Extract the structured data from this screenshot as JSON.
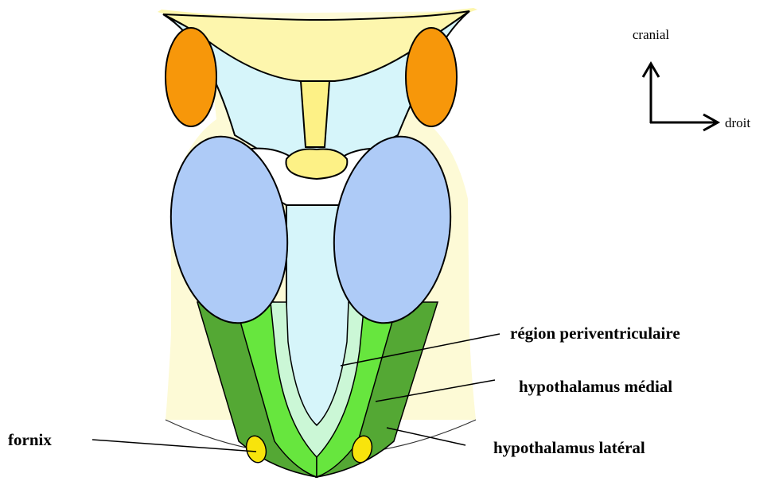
{
  "orientation": {
    "up_label": "cranial",
    "right_label": "droit"
  },
  "labels": {
    "periventricular": "région periventriculaire",
    "medial": "hypothalamus médial",
    "lateral": "hypothalamus latéral",
    "fornix": "fornix"
  },
  "colors": {
    "background_tissue": "#fdfad6",
    "top_band": "#fdf6ad",
    "ventricle": "#d6f5fa",
    "orange_body": "#f7970a",
    "blue_body": "#aecbf7",
    "yellow_nucleus": "#fdf186",
    "lateral_green": "#54a834",
    "medial_green": "#67e63e",
    "periventricular_green": "#cbf7d6",
    "fornix_yellow": "#f8e40c"
  }
}
